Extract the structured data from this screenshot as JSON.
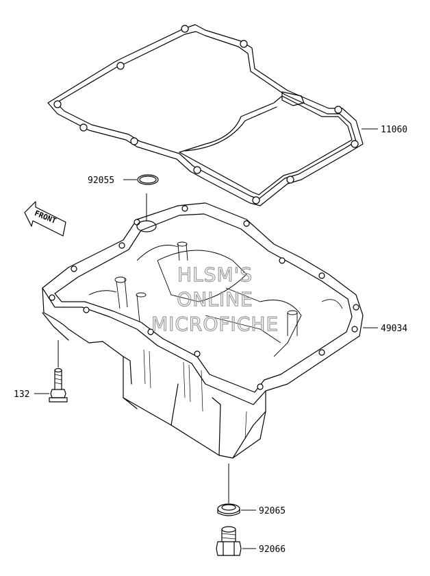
{
  "diagram": {
    "front_arrow_label": "FRONT",
    "watermark": [
      "HLSM'S",
      "ONLINE",
      "MICROFICHE"
    ],
    "parts": [
      {
        "id": "11060",
        "label": "11060"
      },
      {
        "id": "92055",
        "label": "92055"
      },
      {
        "id": "49034",
        "label": "49034"
      },
      {
        "id": "132",
        "label": "132"
      },
      {
        "id": "92065",
        "label": "92065"
      },
      {
        "id": "92066",
        "label": "92066"
      }
    ]
  }
}
